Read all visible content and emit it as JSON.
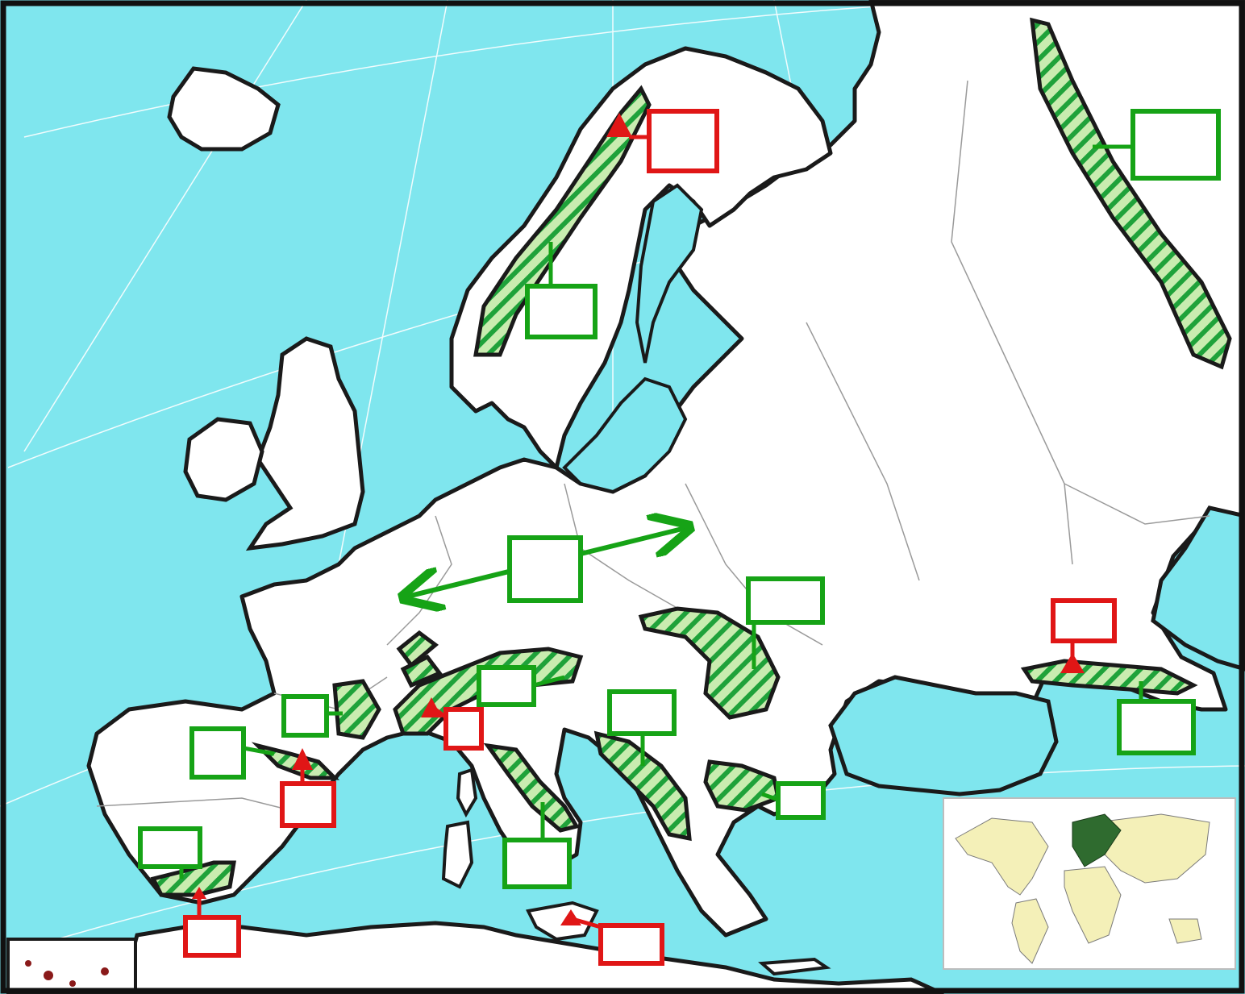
{
  "map": {
    "colors": {
      "sea": "#7fe6ee",
      "land": "#ffffff",
      "coast": "#1a1a1a",
      "mountain_fill": "#c9ecb0",
      "mountain_hatch": "#1fa23a",
      "label_mountain": "#16a316",
      "label_peak": "#e01616",
      "inset_land": "#f4f0b8",
      "inset_europe": "#2f6b2f",
      "border": "#9a9a9a"
    },
    "mountain_labels": [
      {
        "id": "scandinavian-mountains",
        "text": ""
      },
      {
        "id": "ural-mountains",
        "text": ""
      },
      {
        "id": "central-european-plain",
        "text": ""
      },
      {
        "id": "carpathians",
        "text": ""
      },
      {
        "id": "alps",
        "text": ""
      },
      {
        "id": "pyrenees",
        "text": ""
      },
      {
        "id": "massif-central",
        "text": ""
      },
      {
        "id": "dinaric-alps",
        "text": ""
      },
      {
        "id": "balkan-mountains",
        "text": ""
      },
      {
        "id": "apennines",
        "text": ""
      },
      {
        "id": "sierra-nevada",
        "text": ""
      },
      {
        "id": "caucasus",
        "text": ""
      }
    ],
    "peak_labels": [
      {
        "id": "galdhopiggen",
        "text": ""
      },
      {
        "id": "mont-blanc",
        "text": ""
      },
      {
        "id": "aneto",
        "text": ""
      },
      {
        "id": "mulhacen",
        "text": ""
      },
      {
        "id": "etna",
        "text": ""
      },
      {
        "id": "elbrus",
        "text": ""
      }
    ],
    "icons": {
      "peak": "red-triangle-icon",
      "plain_extent": "double-arrow-icon",
      "inset": "world-globe-inset-icon"
    }
  }
}
